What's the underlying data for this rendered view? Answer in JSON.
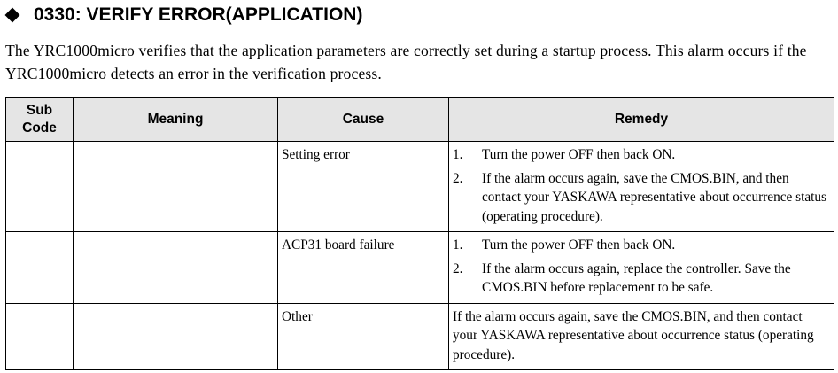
{
  "heading": {
    "icon": "diamond-bullet-icon",
    "title": "0330: VERIFY ERROR(APPLICATION)"
  },
  "intro": "The YRC1000micro verifies that the application parameters are correctly set during a startup process. This alarm occurs if the YRC1000micro detects an error in the verification process.",
  "table": {
    "headers": {
      "sub_code_line1": "Sub",
      "sub_code_line2": "Code",
      "meaning": "Meaning",
      "cause": "Cause",
      "remedy": "Remedy"
    },
    "rows": [
      {
        "sub_code": "",
        "meaning": "",
        "cause": "Setting error",
        "remedy": [
          {
            "num": "1.",
            "text": "Turn the power OFF then back ON."
          },
          {
            "num": "2.",
            "text": "If the alarm occurs again, save the CMOS.BIN, and then contact your YASKAWA representative about occurrence status (operating procedure)."
          }
        ]
      },
      {
        "sub_code": "",
        "meaning": "",
        "cause": "ACP31 board failure",
        "remedy": [
          {
            "num": "1.",
            "text": "Turn the power OFF then back ON."
          },
          {
            "num": "2.",
            "text": "If the alarm occurs again, replace the controller. Save the CMOS.BIN before replacement to be safe."
          }
        ]
      },
      {
        "sub_code": "",
        "meaning": "",
        "cause": "Other",
        "remedy_text": "If the alarm occurs again, save the CMOS.BIN, and then contact your YASKAWA representative about occurrence status (operating procedure)."
      }
    ]
  }
}
